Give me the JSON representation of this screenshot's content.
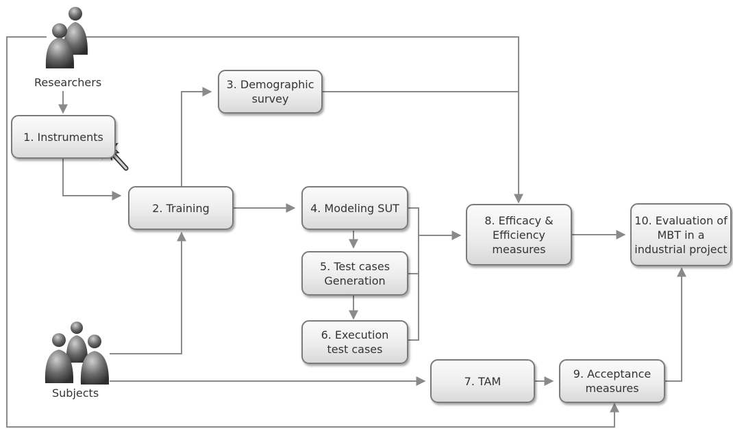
{
  "actors": {
    "researchers": "Researchers",
    "subjects": "Subjects"
  },
  "nodes": {
    "n1": "1. Instruments",
    "n2": "2. Training",
    "n3": "3. Demographic\nsurvey",
    "n4": "4. Modeling SUT",
    "n5": "5. Test cases\nGeneration",
    "n6": "6. Execution\ntest cases",
    "n7": "7. TAM",
    "n8": "8. Efficacy &\nEfficiency\nmeasures",
    "n9": "9. Acceptance\nmeasures",
    "n10": "10. Evaluation of\nMBT in a\nindustrial project"
  },
  "icons": {
    "researchers": "group-of-people-icon",
    "subjects": "group-of-people-icon",
    "instruments": "magic-wand-icon"
  },
  "colors": {
    "line": "#8a8a8a",
    "node_border": "#7a7a7a",
    "text": "#333333"
  }
}
